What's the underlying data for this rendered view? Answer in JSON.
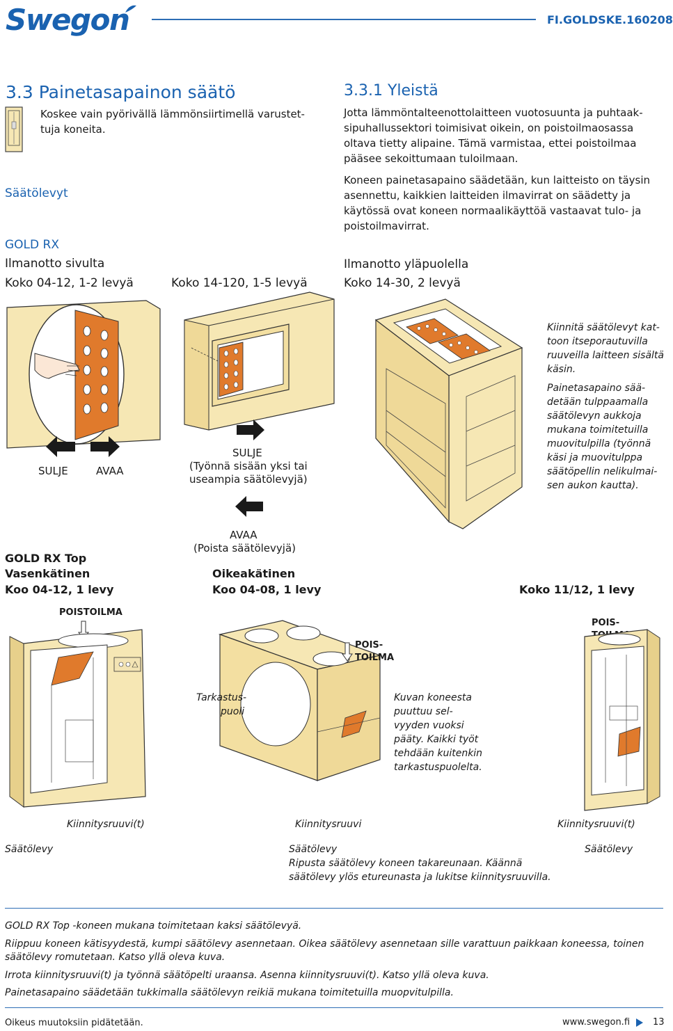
{
  "header": {
    "brand": "Swegon",
    "doc_code": "FI.GOLDSKE.160208"
  },
  "section": {
    "title": "3.3 Painetasapainon säätö",
    "note": "Koskee vain pyörivällä lämmönsiirtimellä varustettuja koneita.",
    "note_line1": "Koskee vain pyörivällä lämmönsiirtimellä varustet-",
    "note_line2": "tuja koneita.",
    "sub_title": "3.3.1 Yleistä",
    "para1_lines": [
      "Jotta lämmöntalteenottolaitteen vuotosuunta ja puhtaak-",
      "sipuhallussektori toimisivat oikein, on poistoilmaosassa",
      "oltava tietty alipaine. Tämä varmistaa, ettei poistoilmaa",
      "pääsee sekoittumaan tuloilmaan."
    ],
    "para2_lines": [
      "Koneen painetasapaino säädetään, kun laitteisto on täysin",
      "asennettu, kaikkien laitteiden ilmavirrat on säädetty ja",
      "käytössä ovat koneen normaalikäyttöä vastaavat tulo- ja",
      "poistoilmavirrat."
    ]
  },
  "left_labels": {
    "saatolevyt": "Säätölevyt",
    "gold_rx": "GOLD RX",
    "ilmanotto_sivulta": "Ilmanotto sivulta",
    "koko_04_12": "Koko 04-12, 1-2 levyä",
    "koko_14_120": "Koko 14-120, 1-5 levyä",
    "ilmanotto_ylapuolella": "Ilmanotto yläpuolella",
    "koko_14_30": "Koko 14-30, 2 levyä"
  },
  "fig1": {
    "sulje": "SULJE",
    "avaa": "AVAA",
    "sulje2": "SULJE",
    "sulje2_desc1": "(Työnnä sisään yksi tai",
    "sulje2_desc2": "useampia säätölevyjä)",
    "avaa2": "AVAA",
    "avaa2_desc": "(Poista säätölevyjä)",
    "right_note1": [
      "Kiinnitä säätölevyt kat-",
      "toon itseporautuvilla",
      "ruuveilla laitteen sisältä",
      "käsin."
    ],
    "right_note2": [
      "Painetasapaino sää-",
      "detään tulppaamalla",
      "säätölevyn aukkoja",
      "mukana toimitetuilla",
      "muovitulpilla (työnnä",
      "käsi ja muovitulppa",
      "säätöpellin nelikulmai-",
      "sen aukon kautta)."
    ]
  },
  "fig2": {
    "left_title1": "GOLD RX Top",
    "left_title2": "Vasenkätinen",
    "left_title3": "Koo 04-12, 1 levy",
    "mid_title1": "Oikeakätinen",
    "mid_title2": "Koo 04-08, 1 levy",
    "right_title": "Koko 11/12, 1 levy",
    "poistoilma": "POISTOILMA",
    "pois_a": "POIS-",
    "toilma_a": "TOILMA",
    "pois_b": "POIS-",
    "toilma_b": "TOILMA",
    "tarkastus1": "Tarkastus-",
    "tarkastus2": "puoli",
    "kuvan_note": [
      "Kuvan koneesta",
      "puuttuu sel-",
      "vyyden vuoksi",
      "pääty. Kaikki työt",
      "tehdään kuitenkin",
      "tarkastuspuolelta."
    ],
    "kiinnitysruuvit_left": "Kiinnitysruuvi(t)",
    "kiinnitysruuvi_mid": "Kiinnitysruuvi",
    "kiinnitysruuvit_right": "Kiinnitysruuvi(t)",
    "saatolevy_left": "Säätölevy",
    "saatolevy_mid": "Säätölevy",
    "saatolevy_right": "Säätölevy",
    "mid_inst1": "Ripusta säätölevy koneen takareunaan. Käännä",
    "mid_inst2": "säätölevy ylös etureunasta ja lukitse kiinnitysruuvilla."
  },
  "bottom_notes": [
    "GOLD RX Top -koneen mukana toimitetaan kaksi säätölevyä.",
    "Riippuu koneen kätisyydestä, kumpi säätölevy asennetaan. Oikea säätölevy asennetaan sille varattuun paikkaan koneessa, toinen",
    "säätölevy romutetaan. Katso yllä oleva kuva.",
    "Irrota kiinnitysruuvi(t) ja työnnä säätöpelti uraansa. Asenna kiinnitysruuvi(t). Katso yllä oleva kuva.",
    "Painetasapaino säädetään tukkimalla säätölevyn reikiä mukana toimitetuilla muopvitulpilla."
  ],
  "footer": {
    "rights": "Oikeus muutoksiin pidätetään.",
    "url": "www.swegon.fi",
    "page": "13"
  },
  "colors": {
    "brand_blue": "#1a62b0",
    "unit_beige": "#f6e7b4",
    "plate_orange": "#e07a2c",
    "rule_blue": "#2d6db5"
  },
  "icons": [
    "unit-icon",
    "arrow-left-icon",
    "arrow-right-icon",
    "callout-arrow-icon",
    "page-chevron-icon"
  ]
}
